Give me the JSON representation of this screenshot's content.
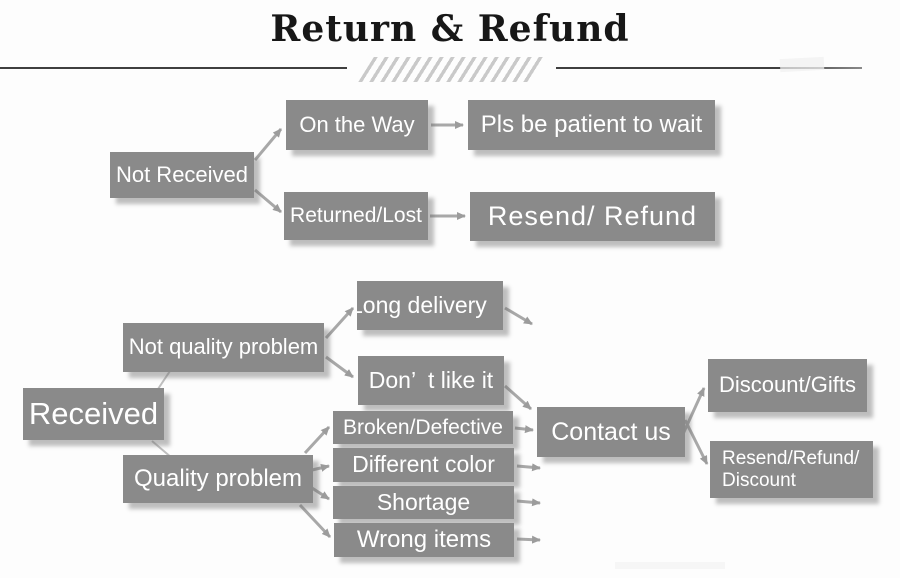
{
  "title": {
    "text": "Return & Refund"
  },
  "colors": {
    "box_fill": "#8a8a8a",
    "box_text": "#ffffff",
    "box_shadow": "#b9b9b9",
    "arrow": "#a3a3a3",
    "connector_line": "#bfbfbf",
    "title_text": "#171717",
    "rule_line": "#3f3f3f",
    "hatch_stripes": "#c9c9c9",
    "background": "#fdfdfd"
  },
  "nodes": {
    "not_received": {
      "label": "Not Received"
    },
    "on_the_way": {
      "label": "On the Way"
    },
    "pls_wait": {
      "label": "Pls be patient to wait"
    },
    "returned_lost": {
      "label": "Returned/Lost"
    },
    "resend_refund": {
      "label": "Resend/ Refund"
    },
    "received": {
      "label": "Received"
    },
    "not_quality_problem": {
      "label": "Not quality problem"
    },
    "long_delivery": {
      "label": "Long delivery"
    },
    "dont_like_it": {
      "label": "Don’  t like it"
    },
    "quality_problem": {
      "label": "Quality problem"
    },
    "broken_defective": {
      "label": "Broken/Defective"
    },
    "different_color": {
      "label": "Different color"
    },
    "shortage": {
      "label": "Shortage"
    },
    "wrong_items": {
      "label": "Wrong items"
    },
    "contact_us": {
      "label": "Contact us"
    },
    "discount_gifts": {
      "label": "Discount/Gifts"
    },
    "resend_refund_discount": {
      "label": "Resend/Refund/\nDiscount"
    }
  },
  "edges": [
    {
      "from": "not-received",
      "to": "on-the-way"
    },
    {
      "from": "not-received",
      "to": "returned-lost"
    },
    {
      "from": "on-the-way",
      "to": "pls-be-patient-to-wait"
    },
    {
      "from": "returned-lost",
      "to": "resend-refund"
    },
    {
      "from": "received",
      "to": "not-quality-problem"
    },
    {
      "from": "received",
      "to": "quality-problem"
    },
    {
      "from": "not-quality-problem",
      "to": "long-delivery"
    },
    {
      "from": "not-quality-problem",
      "to": "dont-like-it"
    },
    {
      "from": "dont-like-it",
      "to": "contact-us"
    },
    {
      "from": "quality-problem",
      "to": "broken-defective"
    },
    {
      "from": "quality-problem",
      "to": "different-color"
    },
    {
      "from": "quality-problem",
      "to": "shortage"
    },
    {
      "from": "quality-problem",
      "to": "wrong-items"
    },
    {
      "from": "broken-defective",
      "to": "contact-us"
    },
    {
      "from": "contact-us",
      "to": "discount-gifts"
    },
    {
      "from": "contact-us",
      "to": "resend-refund-discount"
    }
  ],
  "open_arrows": [
    "long-delivery",
    "different-color",
    "shortage",
    "wrong-items"
  ]
}
